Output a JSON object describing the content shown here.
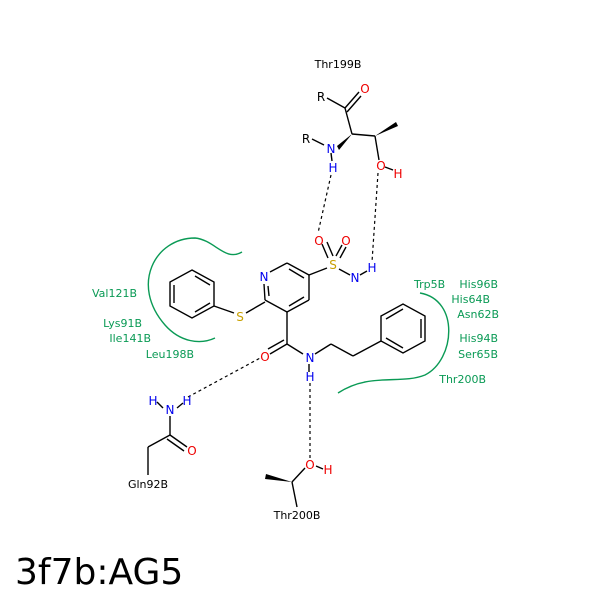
{
  "title": "3f7b:AG5",
  "colors": {
    "carbon": "#000000",
    "nitrogen": "#0000ee",
    "oxygen": "#ee0000",
    "sulfur": "#c8a000",
    "hydrophobic": "#0a9a55"
  },
  "atoms": {
    "N": "N",
    "O": "O",
    "S": "S",
    "H": "H",
    "R": "R"
  },
  "residues": {
    "thr199_top": "Thr199B",
    "val121": "Val121B",
    "lys91": "Lys91B",
    "ile141": "Ile141B",
    "leu198": "Leu198B",
    "trp5": "Trp5B",
    "his96": "His96B",
    "his64": "His64B",
    "asn62": "Asn62B",
    "his94": "His94B",
    "ser65": "Ser65B",
    "thr200_right": "Thr200B",
    "gln92": "Gln92B",
    "thr200_bottom": "Thr200B"
  }
}
